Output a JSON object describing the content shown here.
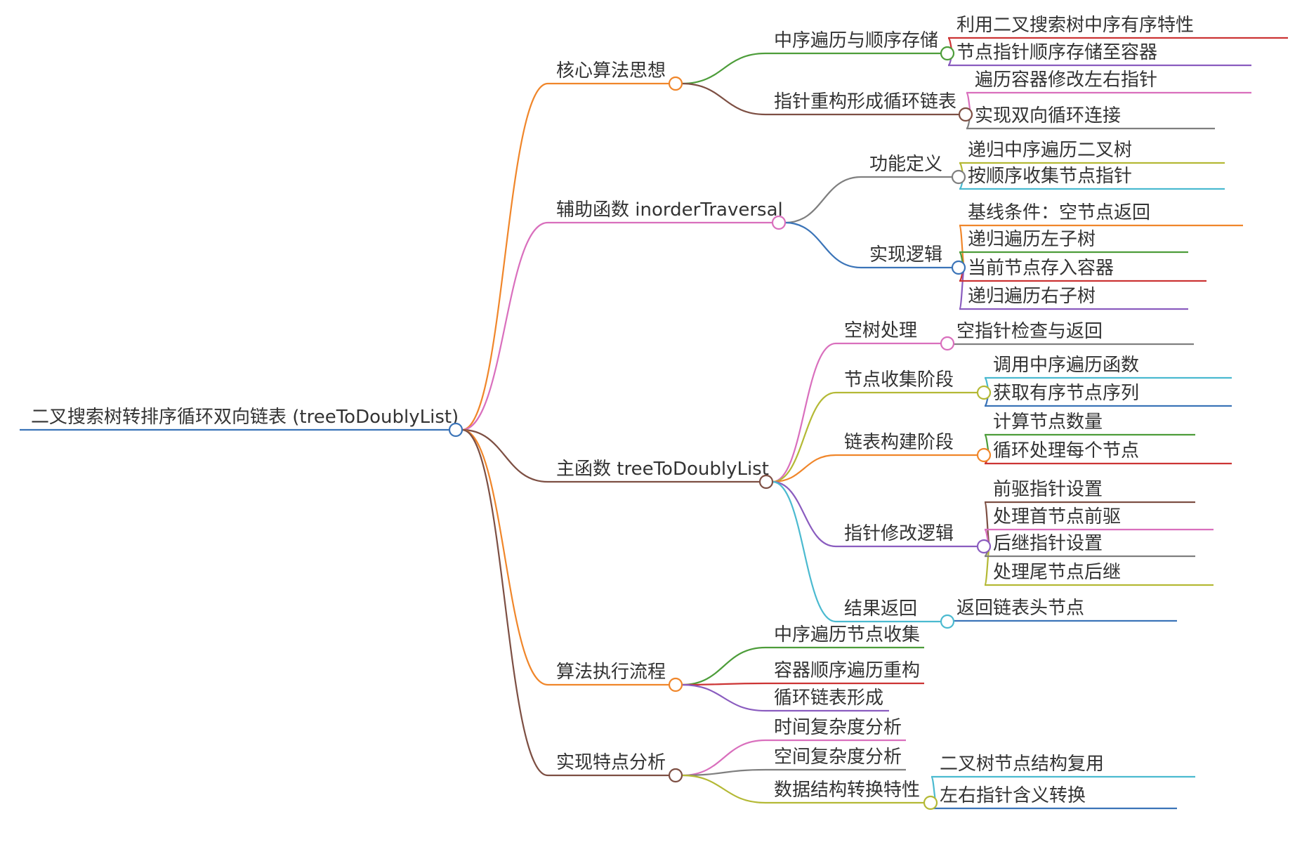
{
  "colors": {
    "blue": "#3b74b8",
    "orange": "#f0862a",
    "pink": "#d96fbd",
    "brown": "#7d4f43",
    "green": "#4d9d3a",
    "red": "#cc3434",
    "purple": "#8a5cbf",
    "gray": "#7f7f7f",
    "olive": "#b4b935",
    "cyan": "#4bbad0"
  },
  "root": {
    "label": "二叉搜索树转排序循环双向链表 (treeToDoublyList)",
    "color": "blue",
    "children": [
      {
        "label": "核心算法思想",
        "color": "orange",
        "children": [
          {
            "label": "中序遍历与顺序存储",
            "color": "green",
            "children": [
              {
                "label": "利用二叉搜索树中序有序特性",
                "color": "red"
              },
              {
                "label": "节点指针顺序存储至容器",
                "color": "purple"
              }
            ]
          },
          {
            "label": "指针重构形成循环链表",
            "color": "brown",
            "children": [
              {
                "label": "遍历容器修改左右指针",
                "color": "pink"
              },
              {
                "label": "实现双向循环连接",
                "color": "gray"
              }
            ]
          }
        ]
      },
      {
        "label": "辅助函数 inorderTraversal",
        "color": "pink",
        "children": [
          {
            "label": "功能定义",
            "color": "gray",
            "children": [
              {
                "label": "递归中序遍历二叉树",
                "color": "olive"
              },
              {
                "label": "按顺序收集节点指针",
                "color": "cyan"
              }
            ]
          },
          {
            "label": "实现逻辑",
            "color": "blue",
            "children": [
              {
                "label": "基线条件：空节点返回",
                "color": "orange"
              },
              {
                "label": "递归遍历左子树",
                "color": "green"
              },
              {
                "label": "当前节点存入容器",
                "color": "red"
              },
              {
                "label": "递归遍历右子树",
                "color": "purple"
              }
            ]
          }
        ]
      },
      {
        "label": "主函数 treeToDoublyList",
        "color": "brown",
        "children": [
          {
            "label": "空树处理",
            "color": "pink",
            "children": [
              {
                "label": "空指针检查与返回",
                "color": "gray"
              }
            ]
          },
          {
            "label": "节点收集阶段",
            "color": "olive",
            "children": [
              {
                "label": "调用中序遍历函数",
                "color": "cyan"
              },
              {
                "label": "获取有序节点序列",
                "color": "blue"
              }
            ]
          },
          {
            "label": "链表构建阶段",
            "color": "orange",
            "children": [
              {
                "label": "计算节点数量",
                "color": "green"
              },
              {
                "label": "循环处理每个节点",
                "color": "red"
              }
            ]
          },
          {
            "label": "指针修改逻辑",
            "color": "purple",
            "children": [
              {
                "label": "前驱指针设置",
                "color": "brown"
              },
              {
                "label": "处理首节点前驱",
                "color": "pink"
              },
              {
                "label": "后继指针设置",
                "color": "gray"
              },
              {
                "label": "处理尾节点后继",
                "color": "olive"
              }
            ]
          },
          {
            "label": "结果返回",
            "color": "cyan",
            "children": [
              {
                "label": "返回链表头节点",
                "color": "blue"
              }
            ]
          }
        ]
      },
      {
        "label": "算法执行流程",
        "color": "orange",
        "children": [
          {
            "label": "中序遍历节点收集",
            "color": "green"
          },
          {
            "label": "容器顺序遍历重构",
            "color": "red"
          },
          {
            "label": "循环链表形成",
            "color": "purple"
          }
        ]
      },
      {
        "label": "实现特点分析",
        "color": "brown",
        "children": [
          {
            "label": "时间复杂度分析",
            "color": "pink"
          },
          {
            "label": "空间复杂度分析",
            "color": "gray"
          },
          {
            "label": "数据结构转换特性",
            "color": "olive",
            "children": [
              {
                "label": "二叉树节点结构复用",
                "color": "cyan"
              },
              {
                "label": "左右指针含义转换",
                "color": "blue"
              }
            ]
          }
        ]
      }
    ]
  }
}
